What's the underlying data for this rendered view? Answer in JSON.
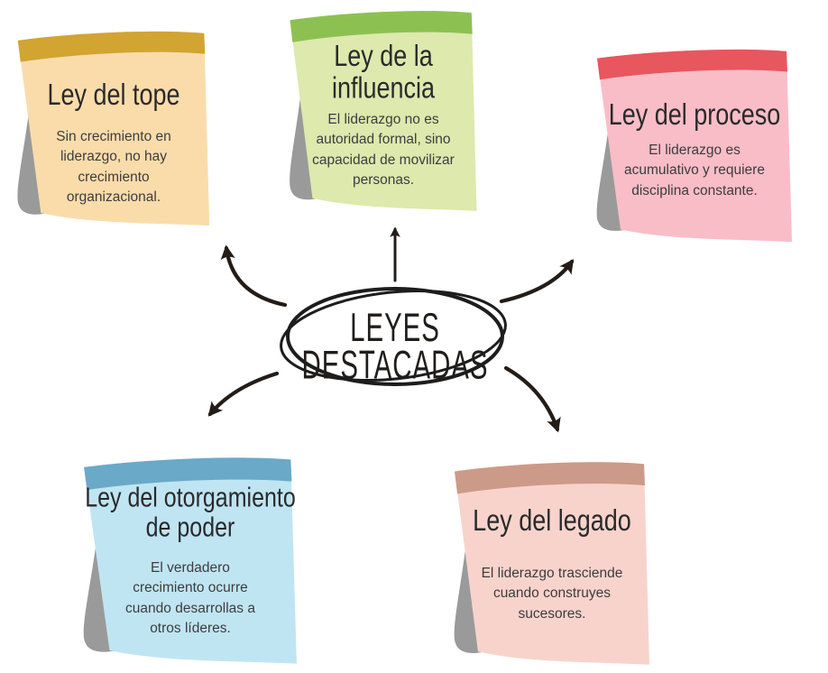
{
  "background": "#ffffff",
  "center": {
    "label_line1": "LEYES",
    "label_line2": "DESTACADAS",
    "outline_color": "#1d1d1d",
    "text_color": "#211d1a"
  },
  "arrows": {
    "color": "#241c17"
  },
  "shadow_color": "#9a9a9a",
  "notes": [
    {
      "title": "Ley del tope",
      "body": "Sin crecimiento en liderazgo, no hay crecimiento organizacional.",
      "stripe_color": "#d2a431",
      "paper_color": "#fadcab"
    },
    {
      "title": "Ley de la influencia",
      "body": "El liderazgo no es autoridad formal, sino capacidad de movilizar personas.",
      "stripe_color": "#8cc152",
      "paper_color": "#dde9ad"
    },
    {
      "title": "Ley del proceso",
      "body": "El liderazgo es acumulativo y requiere disciplina constante.",
      "stripe_color": "#e8565e",
      "paper_color": "#f9bdc8"
    },
    {
      "title": "Ley del otorgamiento de poder",
      "body": "El verdadero crecimiento ocurre cuando desarrollas a otros líderes.",
      "stripe_color": "#6aa9c8",
      "paper_color": "#bfe5f3"
    },
    {
      "title": "Ley del legado",
      "body": "El liderazgo trasciende cuando construyes sucesores.",
      "stripe_color": "#cc9a88",
      "paper_color": "#f8d3cc"
    }
  ]
}
